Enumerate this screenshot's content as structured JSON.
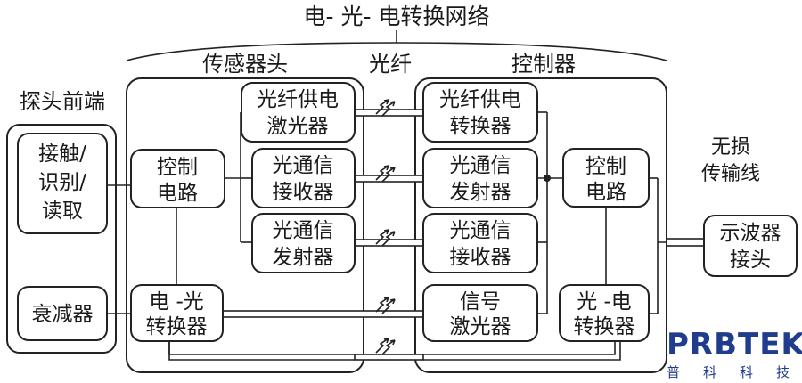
{
  "title": "电- 光- 电转换网络",
  "sections": {
    "probe_front": "探头前端",
    "sensor_head": "传感器头",
    "fiber": "光纤",
    "controller": "控制器",
    "lossless_line": [
      "无损",
      "传输线"
    ]
  },
  "blocks": {
    "contact": [
      "接触/",
      "识别/",
      "读取"
    ],
    "attenuator": [
      "衰减器"
    ],
    "ctrl_left": [
      "控制",
      "电路"
    ],
    "eo_converter": [
      "电 -光",
      "转换器"
    ],
    "fiber_power_laser": [
      "光纤供电",
      "激光器"
    ],
    "comm_receiver_l": [
      "光通信",
      "接收器"
    ],
    "comm_transmitter_l": [
      "光通信",
      "发射器"
    ],
    "fiber_power_conv": [
      "光纤供电",
      "转换器"
    ],
    "comm_transmitter_r": [
      "光通信",
      "发射器"
    ],
    "comm_receiver_r": [
      "光通信",
      "接收器"
    ],
    "signal_laser": [
      "信号",
      "激光器"
    ],
    "ctrl_right": [
      "控制",
      "电路"
    ],
    "oe_converter": [
      "光 -电",
      "转换器"
    ],
    "scope_connector": [
      "示波器",
      "接头"
    ]
  },
  "logo": {
    "name": "PRBTEK",
    "subtitle": [
      "普",
      "科",
      "科",
      "技"
    ]
  },
  "colors": {
    "logo_primary": "#1f3d8c",
    "logo_accent": "#2a8fd8",
    "line": "#222222"
  }
}
